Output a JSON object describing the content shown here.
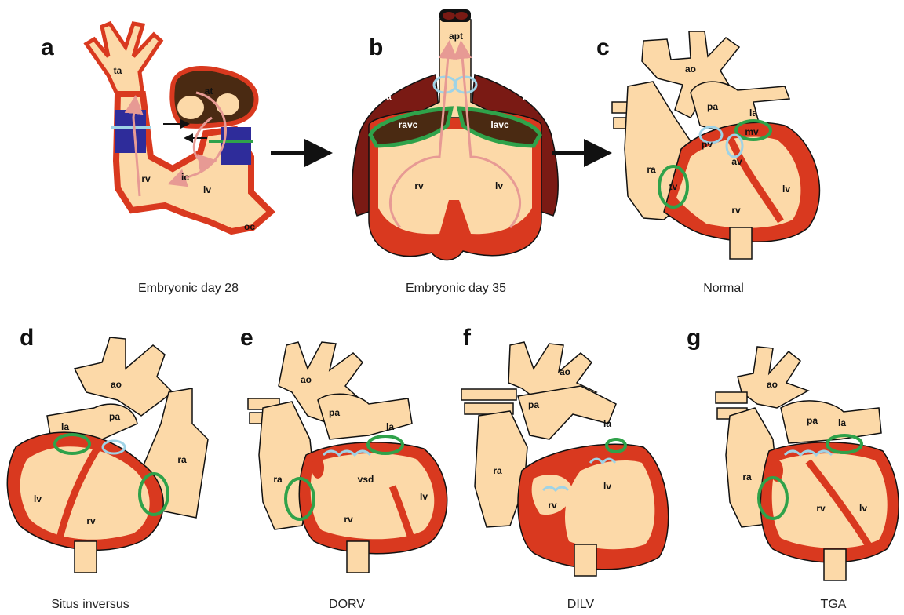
{
  "colors": {
    "tissue": "#FCD9A8",
    "myocardium": "#D9391F",
    "dark_atrium": "#7A1A14",
    "cushion": "#4A2A12",
    "blue_segment": "#2E2C9A",
    "valve_green": "#2FA24A",
    "valve_blue": "#9FD3E6",
    "flow_pink": "#E79A94",
    "outline": "#1a1a1a"
  },
  "panels": [
    {
      "letter": "a",
      "caption": "Embryonic day 28",
      "labels": [
        "ta",
        "at",
        "ic",
        "rv",
        "lv",
        "oc"
      ]
    },
    {
      "letter": "b",
      "caption": "Embryonic day 35",
      "labels": [
        "apt",
        "ra",
        "la",
        "ravc",
        "lavc",
        "rv",
        "lv"
      ]
    },
    {
      "letter": "c",
      "caption": "Normal",
      "labels": [
        "ao",
        "pa",
        "la",
        "mv",
        "pv",
        "av",
        "ra",
        "tv",
        "lv",
        "rv"
      ]
    },
    {
      "letter": "d",
      "caption": "Situs inversus",
      "labels": [
        "ao",
        "pa",
        "la",
        "lv",
        "rv",
        "ra"
      ]
    },
    {
      "letter": "e",
      "caption": "DORV",
      "labels": [
        "ao",
        "pa",
        "la",
        "ra",
        "vsd",
        "lv",
        "rv"
      ]
    },
    {
      "letter": "f",
      "caption": "DILV",
      "labels": [
        "ao",
        "pa",
        "la",
        "ra",
        "lv",
        "rv"
      ]
    },
    {
      "letter": "g",
      "caption": "TGA",
      "labels": [
        "ao",
        "pa",
        "la",
        "ra",
        "rv",
        "lv"
      ]
    }
  ]
}
